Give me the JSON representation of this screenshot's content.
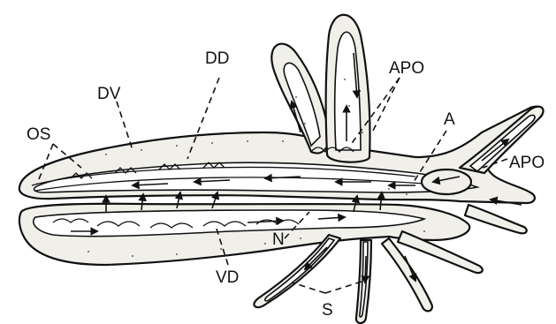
{
  "labels": {
    "dd": "DD",
    "dv": "DV",
    "os": "OS",
    "apo_top": "APO",
    "a": "A",
    "apo_right": "APO",
    "n": "N",
    "vd": "VD",
    "s": "S"
  }
}
